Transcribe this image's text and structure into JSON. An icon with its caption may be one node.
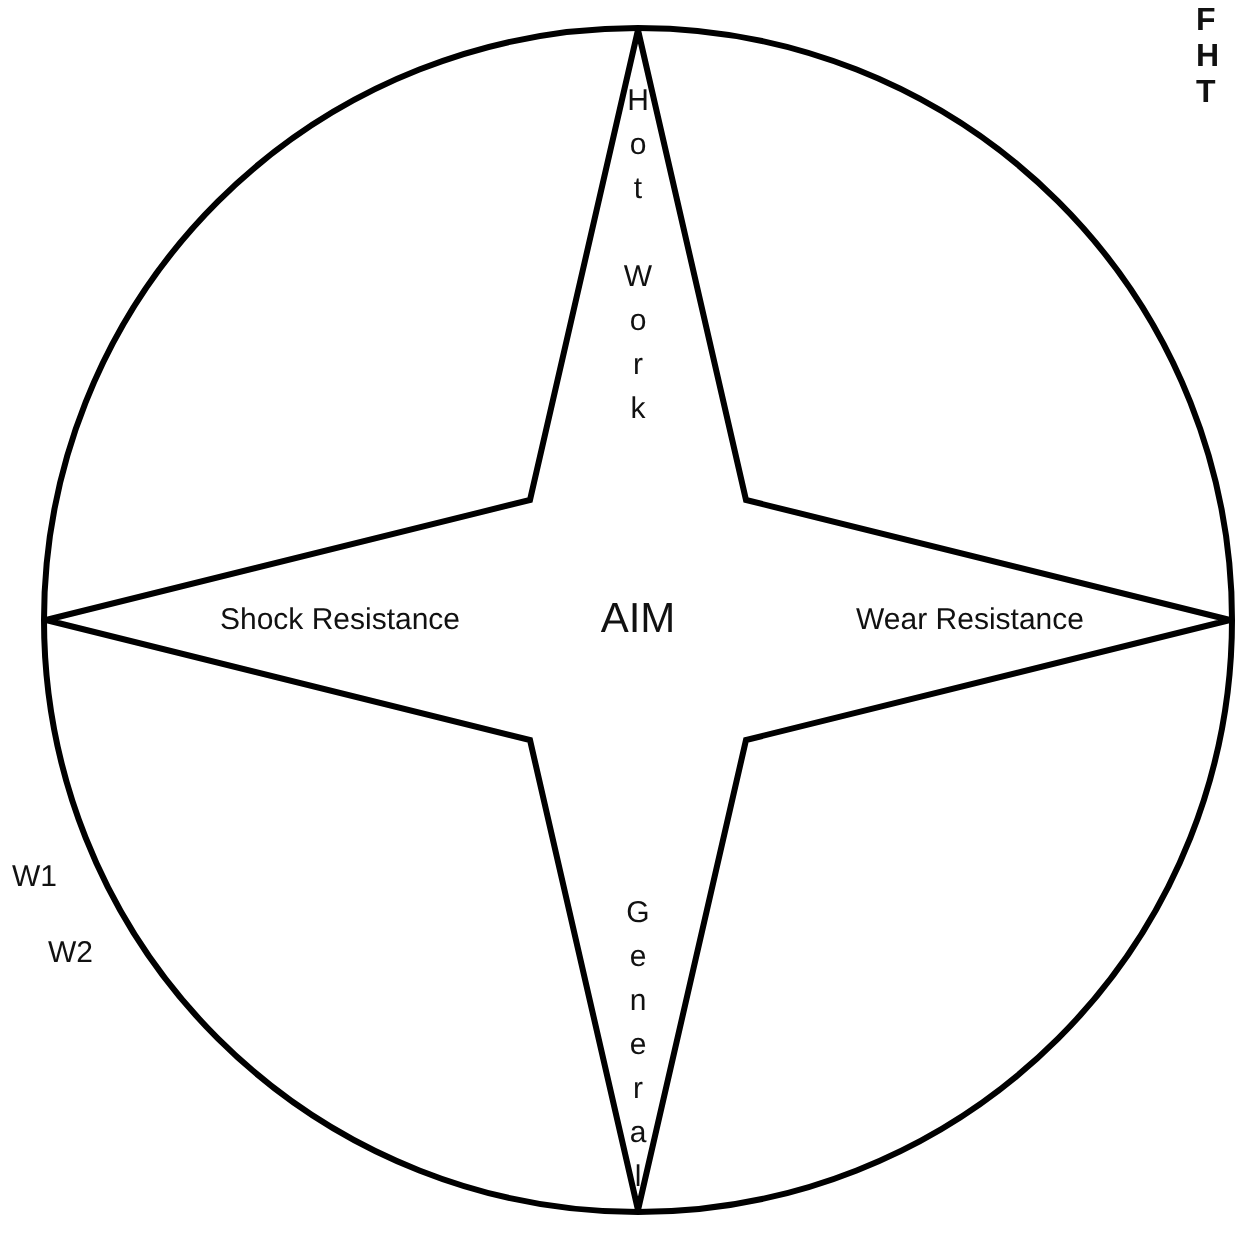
{
  "diagram": {
    "nodes": [
      {
        "text": [],
        "shape": "circle"
      },
      {
        "text": [
          "Hot Work",
          "Shock Resistance",
          "AIM",
          "Wear Resistance",
          "General"
        ],
        "in": 0
      }
    ],
    "labels": [
      "F",
      "H",
      "T",
      "W1",
      "W2"
    ]
  }
}
